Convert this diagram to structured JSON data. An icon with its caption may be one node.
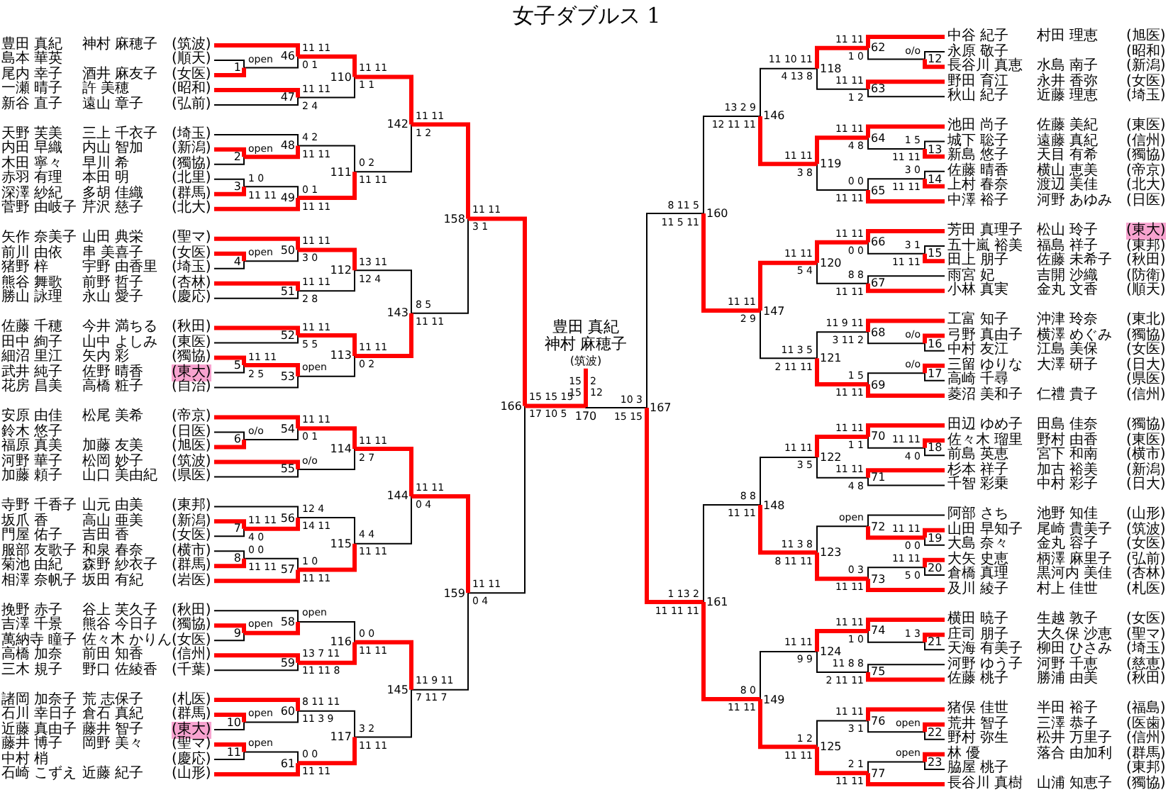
{
  "diagram": {
    "title": "女子ダブルス 1",
    "nodes": [
      {
        "text": [
          "豊田 真紀",
          "神村 麻穂子",
          "(筑波)"
        ]
      },
      {
        "text": [
          "島本 華英",
          "(順天)"
        ]
      },
      {
        "text": [
          "尾内 幸子",
          "酒井 麻友子",
          "(女医)"
        ]
      },
      {
        "text": [
          "一瀬 晴子",
          "許 美穂",
          "(昭和)"
        ]
      },
      {
        "text": [
          "新谷 直子",
          "遠山 章子",
          "(弘前)"
        ]
      },
      {
        "text": [
          "天野 芙美",
          "三上 千衣子",
          "(埼玉)"
        ]
      },
      {
        "text": [
          "内田 早織",
          "内山 智加",
          "(新潟)"
        ]
      },
      {
        "text": [
          "木田 寧々",
          "早川 希",
          "(獨協)"
        ]
      },
      {
        "text": [
          "赤羽 有理",
          "本田 明",
          "(北里)"
        ]
      },
      {
        "text": [
          "深澤 紗紀",
          "多胡 佳織",
          "(群馬)"
        ]
      },
      {
        "text": [
          "菅野 由岐子",
          "芹沢 慈子",
          "(北大)"
        ]
      },
      {
        "text": [
          "矢作 奈美子",
          "山田 典栄",
          "(聖マ)"
        ]
      },
      {
        "text": [
          "前川 由依",
          "串 美喜子",
          "(女医)"
        ]
      },
      {
        "text": [
          "猪野 梓",
          "宇野 由香里",
          "(埼玉)"
        ]
      },
      {
        "text": [
          "熊谷 舞歌",
          "前野 哲子",
          "(杏林)"
        ]
      },
      {
        "text": [
          "勝山 詠理",
          "永山 愛子",
          "(慶応)"
        ]
      },
      {
        "text": [
          "佐藤 千穂",
          "今井 満ちる",
          "(秋田)"
        ]
      },
      {
        "text": [
          "田中 絢子",
          "山中 よしみ",
          "(東医)"
        ]
      },
      {
        "text": [
          "細沼 里江",
          "矢内 彩",
          "(獨協)"
        ]
      },
      {
        "text": [
          "武井 純子",
          "佐野 晴香"
        ]
      },
      {
        "text": [
          "花房 昌美",
          "高橋 粧子",
          "(自治)"
        ]
      },
      {
        "text": [
          "安原 由佳",
          "松尾 美希",
          "(帝京)"
        ]
      },
      {
        "text": [
          "鈴木 悠子",
          "(日医)"
        ]
      },
      {
        "text": [
          "福原 真美",
          "加藤 友美",
          "(旭医)"
        ]
      },
      {
        "text": [
          "河野 華子",
          "松岡 妙子",
          "(筑波)"
        ]
      },
      {
        "text": [
          "加藤 頼子",
          "山口 美由紀",
          "(県医)"
        ]
      },
      {
        "text": [
          "寺野 千香子",
          "山元 由美",
          "(東邦)"
        ]
      },
      {
        "text": [
          "坂爪 香",
          "高山 亜美",
          "(新潟)"
        ]
      },
      {
        "text": [
          "門屋 佑子",
          "吉田 香",
          "(女医)"
        ]
      },
      {
        "text": [
          "服部 友歌子",
          "和泉 春奈",
          "(横市)"
        ]
      },
      {
        "text": [
          "菊池 由紀",
          "森野 紗衣子",
          "(群馬)"
        ]
      },
      {
        "text": [
          "相澤 奈帆子",
          "坂田 有紀",
          "(岩医)"
        ]
      },
      {
        "text": [
          "挽野 赤子",
          "谷上 芙久子",
          "(秋田)"
        ]
      },
      {
        "text": [
          "吉澤 千景",
          "熊谷 今日子",
          "(獨協)"
        ]
      },
      {
        "text": [
          "萬納寺 瞳子",
          "佐々木 かりん",
          "(女医)"
        ]
      },
      {
        "text": [
          "高橋 加奈",
          "前田 知香",
          "(信州)"
        ]
      },
      {
        "text": [
          "三木 規子",
          "野口 佐綾香",
          "(千葉)"
        ]
      },
      {
        "text": [
          "諸岡 加奈子",
          "荒 志保子",
          "(札医)"
        ]
      },
      {
        "text": [
          "石川 幸日子",
          "倉石 真紀",
          "(群馬)"
        ]
      },
      {
        "text": [
          "近藤 真由子",
          "藤井 智子"
        ]
      },
      {
        "text": [
          "藤井 博子",
          "岡野 美々",
          "(聖マ)"
        ]
      },
      {
        "text": [
          "中村 梢",
          "(慶応)"
        ]
      },
      {
        "text": [
          "石崎 こずえ",
          "近藤 紀子",
          "(山形)"
        ]
      },
      {
        "text": [
          "中谷 紀子",
          "村田 理恵",
          "(旭医)"
        ]
      },
      {
        "text": [
          "永原 敬子",
          "(昭和)"
        ]
      },
      {
        "text": [
          "長谷川 真恵",
          "水島 南子",
          "(新潟)"
        ]
      },
      {
        "text": [
          "野田 育江",
          "永井 香弥",
          "(女医)"
        ]
      },
      {
        "text": [
          "秋山 紀子",
          "近藤 理恵",
          "(埼玉)"
        ]
      },
      {
        "text": [
          "池田 尚子",
          "佐藤 美紀",
          "(東医)"
        ]
      },
      {
        "text": [
          "城下 聡子",
          "遠藤 真紀",
          "(信州)"
        ]
      },
      {
        "text": [
          "新島 悠子",
          "天目 有希",
          "(獨協)"
        ]
      },
      {
        "text": [
          "佐藤 晴香",
          "横山 恵美",
          "(帝京)"
        ]
      },
      {
        "text": [
          "上村 春奈",
          "渡辺 美佳",
          "(北大)"
        ]
      },
      {
        "text": [
          "中澤 裕子",
          "河野 あゆみ",
          "(日医)"
        ]
      },
      {
        "text": [
          "芳田 真理子",
          "松山 玲子"
        ]
      },
      {
        "text": [
          "五十嵐 裕美",
          "福島 祥子",
          "(東邦)"
        ]
      },
      {
        "text": [
          "田上 朋子",
          "佐藤 未希子",
          "(秋田)"
        ]
      },
      {
        "text": [
          "雨宮 妃",
          "吉開 沙織",
          "(防衛)"
        ]
      },
      {
        "text": [
          "小林 真実",
          "金丸 文香",
          "(順天)"
        ]
      },
      {
        "text": [
          "工富 知子",
          "沖津 玲奈",
          "(東北)"
        ]
      },
      {
        "text": [
          "弓野 真由子",
          "横澤 めぐみ",
          "(獨協)"
        ]
      },
      {
        "text": [
          "中村 友江",
          "江島 美保",
          "(女医)"
        ]
      },
      {
        "text": [
          "三留 ゆりな",
          "大澤 研子",
          "(日大)"
        ]
      },
      {
        "text": [
          "高崎 千尋",
          "(県医)"
        ]
      },
      {
        "text": [
          "菱沼 美和子",
          "仁禮 貴子",
          "(信州)"
        ]
      },
      {
        "text": [
          "田辺 ゆめ子",
          "田島 佳奈",
          "(獨協)"
        ]
      },
      {
        "text": [
          "佐々木 瑠里",
          "野村 由香",
          "(東医)"
        ]
      },
      {
        "text": [
          "前島 英恵",
          "宮下 和南",
          "(横市)"
        ]
      },
      {
        "text": [
          "杉本 祥子",
          "加古 裕美",
          "(新潟)"
        ]
      },
      {
        "text": [
          "千智 彩乗",
          "中村 彩子",
          "(日大)"
        ]
      },
      {
        "text": [
          "阿部 さち",
          "池野 知佳",
          "(山形)"
        ]
      },
      {
        "text": [
          "山田 早知子",
          "尾崎 貴美子",
          "(筑波)"
        ]
      },
      {
        "text": [
          "大島 奈々",
          "金丸 容子",
          "(女医)"
        ]
      },
      {
        "text": [
          "大矢 史恵",
          "柄澤 麻里子",
          "(弘前)"
        ]
      },
      {
        "text": [
          "倉橋 真理",
          "黒河内 美佳",
          "(杏林)"
        ]
      },
      {
        "text": [
          "及川 綾子",
          "村上 佳世",
          "(札医)"
        ]
      },
      {
        "text": [
          "横田 暁子",
          "生越 敦子",
          "(女医)"
        ]
      },
      {
        "text": [
          "庄司 朋子",
          "大久保 沙恵",
          "(聖マ)"
        ]
      },
      {
        "text": [
          "天海 有美子",
          "柳田 ひさみ",
          "(埼玉)"
        ]
      },
      {
        "text": [
          "河野 ゆう子",
          "河野 千恵",
          "(慈恵)"
        ]
      },
      {
        "text": [
          "佐藤 桃子",
          "勝浦 由美",
          "(秋田)"
        ]
      },
      {
        "text": [
          "猪俣 佳世",
          "半田 裕子",
          "(福島)"
        ]
      },
      {
        "text": [
          "荒井 智子",
          "三澤 恭子",
          "(医歯)"
        ]
      },
      {
        "text": [
          "野村 弥生",
          "松井 万里子",
          "(信州)"
        ]
      },
      {
        "text": [
          "林 優",
          "落合 由加利",
          "(群馬)"
        ]
      },
      {
        "text": [
          "脇屋 桃子",
          "(東邦)"
        ]
      },
      {
        "text": [
          "長谷川 真樹",
          "山浦 知恵子",
          "(獨協)"
        ]
      },
      {
        "text": [
          "豊田 真紀",
          "神村 麻穂子",
          "(筑波)"
        ]
      },
      {
        "text": [
          "1"
        ],
        "beside": [
          "open"
        ]
      },
      {
        "text": [
          "2"
        ],
        "beside": [
          "open"
        ]
      },
      {
        "text": [
          "3"
        ],
        "beside": [
          "1 0",
          "11 11"
        ]
      },
      {
        "text": [
          "4"
        ],
        "beside": [
          "open"
        ]
      },
      {
        "text": [
          "5"
        ],
        "beside": [
          "11 11",
          "2 5"
        ]
      },
      {
        "text": [
          "6"
        ],
        "beside": [
          "o/o"
        ]
      },
      {
        "text": [
          "7"
        ],
        "beside": [
          "11 11",
          "4 0"
        ]
      },
      {
        "text": [
          "8"
        ],
        "beside": [
          "0 0",
          "11 11"
        ]
      },
      {
        "text": [
          "9"
        ],
        "beside": [
          "open"
        ]
      },
      {
        "text": [
          "10"
        ],
        "beside": [
          "open"
        ]
      },
      {
        "text": [
          "11"
        ],
        "beside": [
          "open"
        ]
      },
      {
        "text": [
          "12"
        ],
        "beside": [
          "o/o"
        ]
      },
      {
        "text": [
          "13"
        ],
        "beside": [
          "1 5",
          "11 11"
        ]
      },
      {
        "text": [
          "14"
        ],
        "beside": [
          "3 0",
          "11 11"
        ]
      },
      {
        "text": [
          "15"
        ],
        "beside": [
          "3 1",
          "11 11"
        ]
      },
      {
        "text": [
          "16"
        ],
        "beside": [
          "o/o"
        ]
      },
      {
        "text": [
          "17"
        ],
        "beside": [
          "o/o"
        ]
      },
      {
        "text": [
          "18"
        ],
        "beside": [
          "11 11",
          "4 0"
        ]
      },
      {
        "text": [
          "19"
        ],
        "beside": [
          "11 11",
          "0 0"
        ]
      },
      {
        "text": [
          "20"
        ],
        "beside": [
          "11 11",
          "5 0"
        ]
      },
      {
        "text": [
          "21"
        ],
        "beside": [
          "1 3"
        ]
      },
      {
        "text": [
          "22"
        ],
        "beside": [
          "open"
        ]
      },
      {
        "text": [
          "23"
        ],
        "beside": [
          "open"
        ]
      },
      {
        "text": [
          "46"
        ],
        "beside": [
          "11 11",
          "0 1"
        ]
      },
      {
        "text": [
          "47"
        ],
        "beside": [
          "11 11",
          "2 4"
        ]
      },
      {
        "text": [
          "48"
        ],
        "beside": [
          "4 2",
          "11 11"
        ]
      },
      {
        "text": [
          "49"
        ],
        "beside": [
          "0 1",
          "11 11"
        ]
      },
      {
        "text": [
          "50"
        ],
        "beside": [
          "11 11",
          "3 0"
        ]
      },
      {
        "text": [
          "51"
        ],
        "beside": [
          "11 11",
          "2 8"
        ]
      },
      {
        "text": [
          "52"
        ],
        "beside": [
          "11 11",
          "5 5"
        ]
      },
      {
        "text": [
          "53"
        ],
        "beside": [
          "open"
        ]
      },
      {
        "text": [
          "54"
        ],
        "beside": [
          "11 11",
          "0 1"
        ]
      },
      {
        "text": [
          "55"
        ],
        "beside": [
          "o/o"
        ]
      },
      {
        "text": [
          "56"
        ],
        "beside": [
          "12 4",
          "14 11"
        ]
      },
      {
        "text": [
          "57"
        ],
        "beside": [
          "1 0",
          "11 11"
        ]
      },
      {
        "text": [
          "58"
        ],
        "beside": [
          "open"
        ]
      },
      {
        "text": [
          "59"
        ],
        "beside": [
          "13 7 11",
          "11 11 8"
        ]
      },
      {
        "text": [
          "60"
        ],
        "beside": [
          "8 11 11",
          "11 3 9"
        ]
      },
      {
        "text": [
          "61"
        ],
        "beside": [
          "0 0",
          "11 11"
        ]
      },
      {
        "text": [
          "62"
        ],
        "beside": [
          "11 11",
          "1 0"
        ]
      },
      {
        "text": [
          "63"
        ],
        "beside": [
          "11 11",
          "1 2"
        ]
      },
      {
        "text": [
          "64"
        ],
        "beside": [
          "11 11",
          "4 8"
        ]
      },
      {
        "text": [
          "65"
        ],
        "beside": [
          "0 0",
          "11 11"
        ]
      },
      {
        "text": [
          "66"
        ],
        "beside": [
          "11 11",
          "0 0"
        ]
      },
      {
        "text": [
          "67"
        ],
        "beside": [
          "8 8",
          "11 11"
        ]
      },
      {
        "text": [
          "68"
        ],
        "beside": [
          "11 9 11",
          "3 11 2"
        ]
      },
      {
        "text": [
          "69"
        ],
        "beside": [
          "1 5",
          "11 11"
        ]
      },
      {
        "text": [
          "70"
        ],
        "beside": [
          "11 11",
          "1 1"
        ]
      },
      {
        "text": [
          "71"
        ],
        "beside": [
          "11 11",
          "4 8"
        ]
      },
      {
        "text": [
          "72"
        ],
        "beside": [
          "open"
        ]
      },
      {
        "text": [
          "73"
        ],
        "beside": [
          "0 3",
          "11 11"
        ]
      },
      {
        "text": [
          "74"
        ],
        "beside": [
          "11 11",
          "1 0"
        ]
      },
      {
        "text": [
          "75"
        ],
        "beside": [
          "11 8 8",
          "2 11 11"
        ]
      },
      {
        "text": [
          "76"
        ],
        "beside": [
          "11 11",
          "3 1"
        ]
      },
      {
        "text": [
          "77"
        ],
        "beside": [
          "2 1",
          "11 11"
        ]
      },
      {
        "text": [
          "110"
        ],
        "beside": [
          "11 11",
          "1 1"
        ]
      },
      {
        "text": [
          "111"
        ],
        "beside": [
          "0 2",
          "11 11"
        ]
      },
      {
        "text": [
          "112"
        ],
        "beside": [
          "13 11",
          "12 4"
        ]
      },
      {
        "text": [
          "113"
        ],
        "beside": [
          "11 11",
          "0 2"
        ]
      },
      {
        "text": [
          "114"
        ],
        "beside": [
          "11 11",
          "2 7"
        ]
      },
      {
        "text": [
          "115"
        ],
        "beside": [
          "4 4",
          "11 11"
        ]
      },
      {
        "text": [
          "116"
        ],
        "beside": [
          "0 0",
          "11 11"
        ]
      },
      {
        "text": [
          "117"
        ],
        "beside": [
          "3 2",
          "11 11"
        ]
      },
      {
        "text": [
          "118"
        ],
        "beside": [
          "11 10 11",
          "4 13 8"
        ]
      },
      {
        "text": [
          "119"
        ],
        "beside": [
          "11 11",
          "3 8"
        ]
      },
      {
        "text": [
          "120"
        ],
        "beside": [
          "11 11",
          "5 4"
        ]
      },
      {
        "text": [
          "121"
        ],
        "beside": [
          "11 3 5",
          "2 11 11"
        ]
      },
      {
        "text": [
          "122"
        ],
        "beside": [
          "11 11",
          "3 5"
        ]
      },
      {
        "text": [
          "123"
        ],
        "beside": [
          "11 3 8",
          "8 11 11"
        ]
      },
      {
        "text": [
          "124"
        ],
        "beside": [
          "11 11",
          "9 9"
        ]
      },
      {
        "text": [
          "125"
        ],
        "beside": [
          "1 2",
          "11 11"
        ]
      },
      {
        "text": [
          "142"
        ],
        "beside": [
          "11 11",
          "1 2"
        ]
      },
      {
        "text": [
          "143"
        ],
        "beside": [
          "8 5",
          "11 11"
        ]
      },
      {
        "text": [
          "144"
        ],
        "beside": [
          "11 11",
          "0 4"
        ]
      },
      {
        "text": [
          "145"
        ],
        "beside": [
          "11 9 11",
          "7 11 7"
        ]
      },
      {
        "text": [
          "146"
        ],
        "beside": [
          "13 2 9",
          "12 11 11"
        ]
      },
      {
        "text": [
          "147"
        ],
        "beside": [
          "11 11",
          "2 9"
        ]
      },
      {
        "text": [
          "148"
        ],
        "beside": [
          "8 8",
          "11 11"
        ]
      },
      {
        "text": [
          "149"
        ],
        "beside": [
          "8 0",
          "11 11"
        ]
      },
      {
        "text": [
          "158"
        ],
        "beside": [
          "11 11",
          "3 1"
        ]
      },
      {
        "text": [
          "159"
        ],
        "beside": [
          "11 11",
          "0 4"
        ]
      },
      {
        "text": [
          "160"
        ],
        "beside": [
          "8 11 5",
          "11 5 11"
        ]
      },
      {
        "text": [
          "161"
        ],
        "beside": [
          "1 13 2",
          "11 11 11"
        ]
      },
      {
        "text": [
          "166"
        ],
        "beside": [
          "15 15 15",
          "17 10 5"
        ]
      },
      {
        "text": [
          "167"
        ],
        "beside": [
          "10 3",
          "15 15"
        ]
      },
      {
        "text": [
          "170"
        ],
        "beside": [
          "15 15",
          "2 12"
        ]
      },
      {
        "text": [
          "(東大)"
        ],
        "in": 19
      },
      {
        "text": [
          "(東大)"
        ],
        "in": 39
      },
      {
        "text": [
          "(東大)"
        ],
        "in": 54
      }
    ],
    "edges": [
      {
        "from": 1,
        "to": 88,
        "arrow": "none",
        "color": "#000000"
      },
      {
        "from": 2,
        "to": 88,
        "arrow": "none"
      },
      {
        "from": 0,
        "to": 111,
        "arrow": "none"
      },
      {
        "from": 88,
        "to": 111,
        "arrow": "none",
        "color": "#000000"
      },
      {
        "from": 3,
        "to": 112,
        "arrow": "none"
      },
      {
        "from": 4,
        "to": 112,
        "arrow": "none",
        "color": "#000000"
      },
      {
        "from": 111,
        "to": 143,
        "arrow": "none"
      },
      {
        "from": 112,
        "to": 143,
        "arrow": "none",
        "color": "#000000"
      },
      {
        "from": 6,
        "to": 89,
        "arrow": "none"
      },
      {
        "from": 7,
        "to": 89,
        "arrow": "none",
        "color": "#000000"
      },
      {
        "from": 5,
        "to": 113,
        "arrow": "none",
        "color": "#000000"
      },
      {
        "from": 89,
        "to": 113,
        "arrow": "none"
      },
      {
        "from": 8,
        "to": 90,
        "arrow": "none",
        "color": "#000000"
      },
      {
        "from": 9,
        "to": 90,
        "arrow": "none"
      },
      {
        "from": 90,
        "to": 114,
        "arrow": "none",
        "color": "#000000"
      },
      {
        "from": 10,
        "to": 114,
        "arrow": "none"
      },
      {
        "from": 113,
        "to": 144,
        "arrow": "none",
        "color": "#000000"
      },
      {
        "from": 114,
        "to": 144,
        "arrow": "none"
      },
      {
        "from": 143,
        "to": 159,
        "arrow": "none"
      },
      {
        "from": 144,
        "to": 159,
        "arrow": "none",
        "color": "#000000"
      },
      {
        "from": 12,
        "to": 91,
        "arrow": "none"
      },
      {
        "from": 13,
        "to": 91,
        "arrow": "none",
        "color": "#000000"
      },
      {
        "from": 11,
        "to": 115,
        "arrow": "none"
      },
      {
        "from": 91,
        "to": 115,
        "arrow": "none",
        "color": "#000000"
      },
      {
        "from": 14,
        "to": 116,
        "arrow": "none"
      },
      {
        "from": 15,
        "to": 116,
        "arrow": "none",
        "color": "#000000"
      },
      {
        "from": 115,
        "to": 145,
        "arrow": "none"
      },
      {
        "from": 116,
        "to": 145,
        "arrow": "none",
        "color": "#000000"
      },
      {
        "from": 18,
        "to": 92,
        "arrow": "none"
      },
      {
        "from": 19,
        "to": 92,
        "arrow": "none",
        "color": "#000000"
      },
      {
        "from": 16,
        "to": 117,
        "arrow": "none"
      },
      {
        "from": 17,
        "to": 117,
        "arrow": "none",
        "color": "#000000"
      },
      {
        "from": 92,
        "to": 118,
        "arrow": "none"
      },
      {
        "from": 20,
        "to": 118,
        "arrow": "none",
        "color": "#000000"
      },
      {
        "from": 117,
        "to": 146,
        "arrow": "none"
      },
      {
        "from": 118,
        "to": 146,
        "arrow": "none",
        "color": "#000000"
      },
      {
        "from": 145,
        "to": 160,
        "arrow": "none",
        "color": "#000000"
      },
      {
        "from": 146,
        "to": 160,
        "arrow": "none"
      },
      {
        "from": 159,
        "to": 167,
        "arrow": "none"
      },
      {
        "from": 160,
        "to": 167,
        "arrow": "none",
        "color": "#000000"
      },
      {
        "from": 22,
        "to": 93,
        "arrow": "none",
        "color": "#000000"
      },
      {
        "from": 23,
        "to": 93,
        "arrow": "none"
      },
      {
        "from": 21,
        "to": 119,
        "arrow": "none"
      },
      {
        "from": 93,
        "to": 119,
        "arrow": "none",
        "color": "#000000"
      },
      {
        "from": 24,
        "to": 120,
        "arrow": "none"
      },
      {
        "from": 25,
        "to": 120,
        "arrow": "none",
        "color": "#000000"
      },
      {
        "from": 119,
        "to": 147,
        "arrow": "none"
      },
      {
        "from": 120,
        "to": 147,
        "arrow": "none",
        "color": "#000000"
      },
      {
        "from": 27,
        "to": 94,
        "arrow": "none"
      },
      {
        "from": 28,
        "to": 94,
        "arrow": "none",
        "color": "#000000"
      },
      {
        "from": 26,
        "to": 121,
        "arrow": "none",
        "color": "#000000"
      },
      {
        "from": 94,
        "to": 121,
        "arrow": "none"
      },
      {
        "from": 29,
        "to": 95,
        "arrow": "none",
        "color": "#000000"
      },
      {
        "from": 30,
        "to": 95,
        "arrow": "none"
      },
      {
        "from": 95,
        "to": 122,
        "arrow": "none",
        "color": "#000000"
      },
      {
        "from": 31,
        "to": 122,
        "arrow": "none"
      },
      {
        "from": 121,
        "to": 148,
        "arrow": "none",
        "color": "#000000"
      },
      {
        "from": 122,
        "to": 148,
        "arrow": "none"
      },
      {
        "from": 147,
        "to": 161,
        "arrow": "none"
      },
      {
        "from": 148,
        "to": 161,
        "arrow": "none",
        "color": "#000000"
      },
      {
        "from": 33,
        "to": 96,
        "arrow": "none"
      },
      {
        "from": 34,
        "to": 96,
        "arrow": "none",
        "color": "#000000"
      },
      {
        "from": 32,
        "to": 123,
        "arrow": "none",
        "color": "#000000"
      },
      {
        "from": 96,
        "to": 123,
        "arrow": "none"
      },
      {
        "from": 35,
        "to": 124,
        "arrow": "none"
      },
      {
        "from": 36,
        "to": 124,
        "arrow": "none",
        "color": "#000000"
      },
      {
        "from": 123,
        "to": 149,
        "arrow": "none",
        "color": "#000000"
      },
      {
        "from": 124,
        "to": 149,
        "arrow": "none"
      },
      {
        "from": 38,
        "to": 97,
        "arrow": "none"
      },
      {
        "from": 39,
        "to": 97,
        "arrow": "none",
        "color": "#000000"
      },
      {
        "from": 37,
        "to": 125,
        "arrow": "none"
      },
      {
        "from": 97,
        "to": 125,
        "arrow": "none",
        "color": "#000000"
      },
      {
        "from": 40,
        "to": 98,
        "arrow": "none"
      },
      {
        "from": 41,
        "to": 98,
        "arrow": "none",
        "color": "#000000"
      },
      {
        "from": 98,
        "to": 126,
        "arrow": "none",
        "color": "#000000"
      },
      {
        "from": 42,
        "to": 126,
        "arrow": "none"
      },
      {
        "from": 125,
        "to": 150,
        "arrow": "none",
        "color": "#000000"
      },
      {
        "from": 126,
        "to": 150,
        "arrow": "none"
      },
      {
        "from": 149,
        "to": 162,
        "arrow": "none"
      },
      {
        "from": 150,
        "to": 162,
        "arrow": "none",
        "color": "#000000"
      },
      {
        "from": 161,
        "to": 168,
        "arrow": "none"
      },
      {
        "from": 162,
        "to": 168,
        "arrow": "none",
        "color": "#000000"
      },
      {
        "from": 167,
        "to": 171,
        "arrow": "none"
      },
      {
        "from": 168,
        "to": 171,
        "arrow": "none",
        "color": "#000000"
      },
      {
        "from": 44,
        "to": 99,
        "arrow": "none",
        "color": "#000000"
      },
      {
        "from": 45,
        "to": 99,
        "arrow": "none"
      },
      {
        "from": 43,
        "to": 127,
        "arrow": "none"
      },
      {
        "from": 99,
        "to": 127,
        "arrow": "none",
        "color": "#000000"
      },
      {
        "from": 46,
        "to": 128,
        "arrow": "none"
      },
      {
        "from": 47,
        "to": 128,
        "arrow": "none",
        "color": "#000000"
      },
      {
        "from": 127,
        "to": 151,
        "arrow": "none"
      },
      {
        "from": 128,
        "to": 151,
        "arrow": "none",
        "color": "#000000"
      },
      {
        "from": 49,
        "to": 100,
        "arrow": "none",
        "color": "#000000"
      },
      {
        "from": 50,
        "to": 100,
        "arrow": "none"
      },
      {
        "from": 48,
        "to": 129,
        "arrow": "none"
      },
      {
        "from": 100,
        "to": 129,
        "arrow": "none",
        "color": "#000000"
      },
      {
        "from": 51,
        "to": 101,
        "arrow": "none",
        "color": "#000000"
      },
      {
        "from": 52,
        "to": 101,
        "arrow": "none"
      },
      {
        "from": 101,
        "to": 130,
        "arrow": "none",
        "color": "#000000"
      },
      {
        "from": 53,
        "to": 130,
        "arrow": "none"
      },
      {
        "from": 129,
        "to": 152,
        "arrow": "none"
      },
      {
        "from": 130,
        "to": 152,
        "arrow": "none",
        "color": "#000000"
      },
      {
        "from": 151,
        "to": 163,
        "arrow": "none",
        "color": "#000000"
      },
      {
        "from": 152,
        "to": 163,
        "arrow": "none"
      },
      {
        "from": 55,
        "to": 102,
        "arrow": "none",
        "color": "#000000"
      },
      {
        "from": 56,
        "to": 102,
        "arrow": "none"
      },
      {
        "from": 54,
        "to": 131,
        "arrow": "none"
      },
      {
        "from": 102,
        "to": 131,
        "arrow": "none",
        "color": "#000000"
      },
      {
        "from": 57,
        "to": 132,
        "arrow": "none",
        "color": "#000000"
      },
      {
        "from": 58,
        "to": 132,
        "arrow": "none"
      },
      {
        "from": 131,
        "to": 153,
        "arrow": "none"
      },
      {
        "from": 132,
        "to": 153,
        "arrow": "none",
        "color": "#000000"
      },
      {
        "from": 60,
        "to": 103,
        "arrow": "none"
      },
      {
        "from": 61,
        "to": 103,
        "arrow": "none",
        "color": "#000000"
      },
      {
        "from": 59,
        "to": 133,
        "arrow": "none"
      },
      {
        "from": 103,
        "to": 133,
        "arrow": "none",
        "color": "#000000"
      },
      {
        "from": 62,
        "to": 104,
        "arrow": "none"
      },
      {
        "from": 63,
        "to": 104,
        "arrow": "none",
        "color": "#000000"
      },
      {
        "from": 104,
        "to": 134,
        "arrow": "none",
        "color": "#000000"
      },
      {
        "from": 64,
        "to": 134,
        "arrow": "none"
      },
      {
        "from": 133,
        "to": 154,
        "arrow": "none",
        "color": "#000000"
      },
      {
        "from": 134,
        "to": 154,
        "arrow": "none"
      },
      {
        "from": 153,
        "to": 164,
        "arrow": "none"
      },
      {
        "from": 154,
        "to": 164,
        "arrow": "none",
        "color": "#000000"
      },
      {
        "from": 163,
        "to": 169,
        "arrow": "none",
        "color": "#000000"
      },
      {
        "from": 164,
        "to": 169,
        "arrow": "none"
      },
      {
        "from": 66,
        "to": 105,
        "arrow": "none"
      },
      {
        "from": 67,
        "to": 105,
        "arrow": "none",
        "color": "#000000"
      },
      {
        "from": 65,
        "to": 135,
        "arrow": "none"
      },
      {
        "from": 105,
        "to": 135,
        "arrow": "none",
        "color": "#000000"
      },
      {
        "from": 68,
        "to": 136,
        "arrow": "none"
      },
      {
        "from": 69,
        "to": 136,
        "arrow": "none",
        "color": "#000000"
      },
      {
        "from": 135,
        "to": 155,
        "arrow": "none"
      },
      {
        "from": 136,
        "to": 155,
        "arrow": "none",
        "color": "#000000"
      },
      {
        "from": 71,
        "to": 106,
        "arrow": "none"
      },
      {
        "from": 72,
        "to": 106,
        "arrow": "none",
        "color": "#000000"
      },
      {
        "from": 70,
        "to": 137,
        "arrow": "none",
        "color": "#000000"
      },
      {
        "from": 106,
        "to": 137,
        "arrow": "none"
      },
      {
        "from": 73,
        "to": 107,
        "arrow": "none"
      },
      {
        "from": 74,
        "to": 107,
        "arrow": "none",
        "color": "#000000"
      },
      {
        "from": 107,
        "to": 138,
        "arrow": "none",
        "color": "#000000"
      },
      {
        "from": 75,
        "to": 138,
        "arrow": "none"
      },
      {
        "from": 137,
        "to": 156,
        "arrow": "none",
        "color": "#000000"
      },
      {
        "from": 138,
        "to": 156,
        "arrow": "none"
      },
      {
        "from": 155,
        "to": 165,
        "arrow": "none",
        "color": "#000000"
      },
      {
        "from": 156,
        "to": 165,
        "arrow": "none"
      },
      {
        "from": 77,
        "to": 108,
        "arrow": "none"
      },
      {
        "from": 78,
        "to": 108,
        "arrow": "none",
        "color": "#000000"
      },
      {
        "from": 76,
        "to": 139,
        "arrow": "none"
      },
      {
        "from": 108,
        "to": 139,
        "arrow": "none",
        "color": "#000000"
      },
      {
        "from": 79,
        "to": 140,
        "arrow": "none",
        "color": "#000000"
      },
      {
        "from": 80,
        "to": 140,
        "arrow": "none"
      },
      {
        "from": 139,
        "to": 157,
        "arrow": "none"
      },
      {
        "from": 140,
        "to": 157,
        "arrow": "none",
        "color": "#000000"
      },
      {
        "from": 82,
        "to": 109,
        "arrow": "none"
      },
      {
        "from": 83,
        "to": 109,
        "arrow": "none",
        "color": "#000000"
      },
      {
        "from": 81,
        "to": 141,
        "arrow": "none"
      },
      {
        "from": 109,
        "to": 141,
        "arrow": "none",
        "color": "#000000"
      },
      {
        "from": 84,
        "to": 110,
        "arrow": "none"
      },
      {
        "from": 85,
        "to": 110,
        "arrow": "none",
        "color": "#000000"
      },
      {
        "from": 110,
        "to": 142,
        "arrow": "none",
        "color": "#000000"
      },
      {
        "from": 86,
        "to": 142,
        "arrow": "none"
      },
      {
        "from": 141,
        "to": 158,
        "arrow": "none",
        "color": "#000000"
      },
      {
        "from": 142,
        "to": 158,
        "arrow": "none"
      },
      {
        "from": 157,
        "to": 166,
        "arrow": "none",
        "color": "#000000"
      },
      {
        "from": 158,
        "to": 166,
        "arrow": "none"
      },
      {
        "from": 165,
        "to": 170,
        "arrow": "none",
        "color": "#000000"
      },
      {
        "from": 166,
        "to": 170,
        "arrow": "none"
      },
      {
        "from": 169,
        "to": 172,
        "arrow": "none",
        "color": "#000000"
      },
      {
        "from": 170,
        "to": 172,
        "arrow": "none"
      },
      {
        "from": 171,
        "to": 173,
        "arrow": "none"
      },
      {
        "from": 172,
        "to": 173,
        "arrow": "none",
        "color": "#000000"
      },
      {
        "from": 173,
        "to": 87,
        "arrow": "none"
      }
    ]
  }
}
